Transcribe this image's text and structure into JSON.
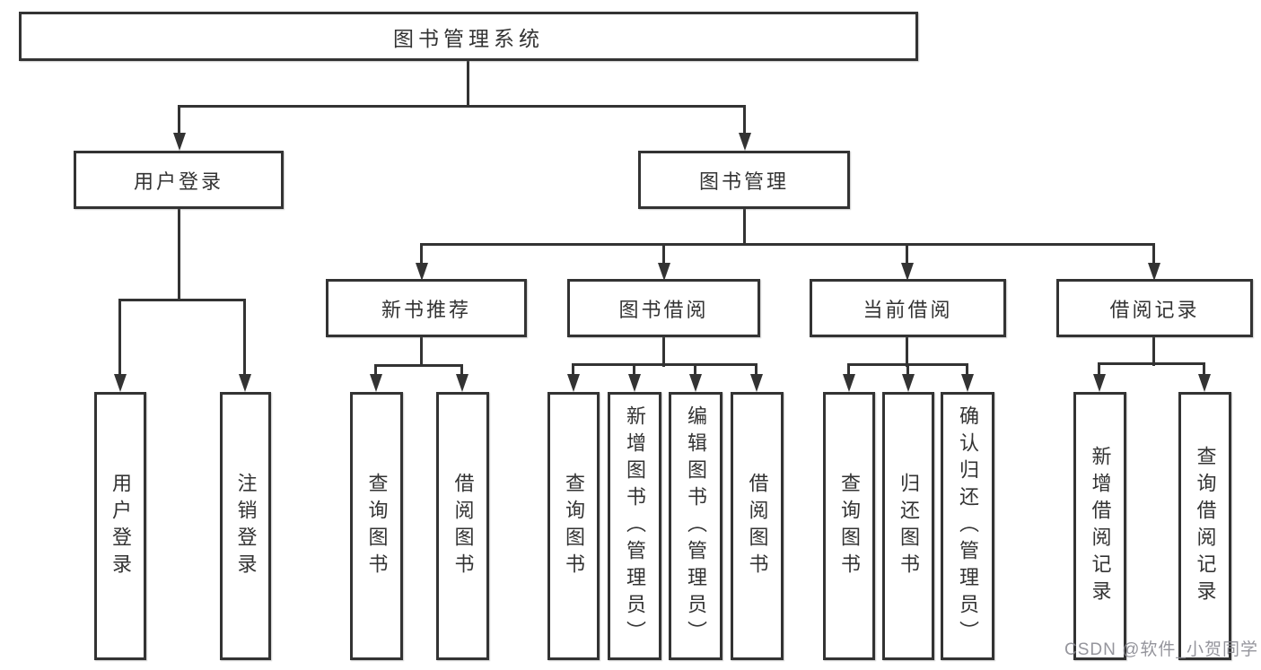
{
  "diagram": {
    "root": {
      "label": "图书管理系统"
    },
    "branches": [
      {
        "label": "用户登录",
        "children": [
          {
            "label": "用户登录"
          },
          {
            "label": "注销登录"
          }
        ]
      },
      {
        "label": "图书管理",
        "children": [
          {
            "label": "新书推荐",
            "children": [
              {
                "label": "查询图书"
              },
              {
                "label": "借阅图书"
              }
            ]
          },
          {
            "label": "图书借阅",
            "children": [
              {
                "label": "查询图书"
              },
              {
                "label": "新增图书（管理员）"
              },
              {
                "label": "编辑图书（管理员）"
              },
              {
                "label": "借阅图书"
              }
            ]
          },
          {
            "label": "当前借阅",
            "children": [
              {
                "label": "查询图书"
              },
              {
                "label": "归还图书"
              },
              {
                "label": "确认归还（管理员）"
              }
            ]
          },
          {
            "label": "借阅记录",
            "children": [
              {
                "label": "新增借阅记录"
              },
              {
                "label": "查询借阅记录"
              }
            ]
          }
        ]
      }
    ]
  },
  "watermark": {
    "text": "CSDN @软件_小贺同学",
    "color": "#8a8a91"
  },
  "colors": {
    "line": "#333333",
    "text": "#333333",
    "background": "#ffffff"
  }
}
